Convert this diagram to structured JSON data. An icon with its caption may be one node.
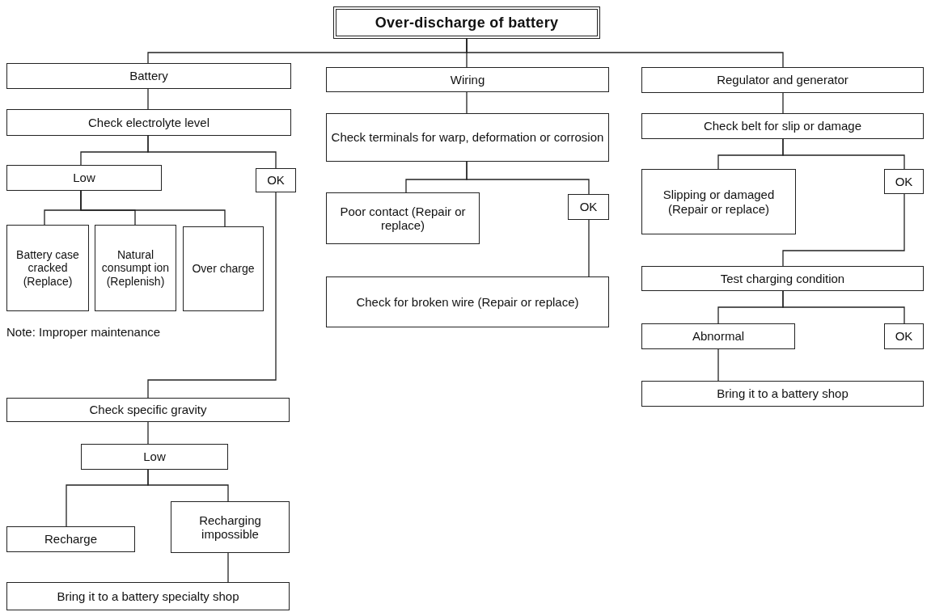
{
  "diagram": {
    "nodes": [
      {
        "text": [
          "Over-discharge of battery"
        ]
      },
      {
        "text": [
          "Battery"
        ]
      },
      {
        "text": [
          "Wiring"
        ]
      },
      {
        "text": [
          "Regulator and generator"
        ]
      },
      {
        "text": [
          "Check electrolyte level"
        ]
      },
      {
        "text": [
          "Check terminals for warp, deformation or corrosion"
        ]
      },
      {
        "text": [
          "Check belt for slip or damage"
        ]
      },
      {
        "text": [
          "Low"
        ]
      },
      {
        "text": [
          "OK"
        ]
      },
      {
        "text": [
          "Poor contact (Repair or replace)"
        ]
      },
      {
        "text": [
          "OK"
        ]
      },
      {
        "text": [
          "Slipping or damaged (Repair or replace)"
        ]
      },
      {
        "text": [
          "OK"
        ]
      },
      {
        "text": [
          "Battery case cracked (Replace)"
        ]
      },
      {
        "text": [
          "Natural consumpt ion (Replenish)"
        ]
      },
      {
        "text": [
          "Over charge"
        ]
      },
      {
        "text": [
          "Check for broken wire (Repair or replace)"
        ]
      },
      {
        "text": [
          "Test charging condition"
        ]
      },
      {
        "text": [
          "Abnormal"
        ]
      },
      {
        "text": [
          "OK"
        ]
      },
      {
        "text": [
          "Bring it to a battery shop"
        ]
      },
      {
        "text": [
          "Check specific gravity"
        ]
      },
      {
        "text": [
          "Low"
        ]
      },
      {
        "text": [
          "Recharge"
        ]
      },
      {
        "text": [
          "Recharging impossible"
        ]
      },
      {
        "text": [
          "Bring it to a battery specialty shop"
        ]
      }
    ],
    "edges": [
      {
        "from": 0,
        "to": 1,
        "arrow": "none"
      },
      {
        "from": 0,
        "to": 2,
        "arrow": "none"
      },
      {
        "from": 0,
        "to": 3,
        "arrow": "none"
      },
      {
        "from": 1,
        "to": 4,
        "arrow": "none"
      },
      {
        "from": 4,
        "to": 7,
        "arrow": "none"
      },
      {
        "from": 4,
        "to": 8,
        "arrow": "none"
      },
      {
        "from": 7,
        "to": 13,
        "arrow": "none"
      },
      {
        "from": 7,
        "to": 14,
        "arrow": "none"
      },
      {
        "from": 7,
        "to": 15,
        "arrow": "none"
      },
      {
        "from": 8,
        "to": 21,
        "arrow": "none"
      },
      {
        "from": 2,
        "to": 5,
        "arrow": "none"
      },
      {
        "from": 5,
        "to": 9,
        "arrow": "none"
      },
      {
        "from": 5,
        "to": 10,
        "arrow": "none"
      },
      {
        "from": 10,
        "to": 16,
        "arrow": "none"
      },
      {
        "from": 3,
        "to": 6,
        "arrow": "none"
      },
      {
        "from": 6,
        "to": 11,
        "arrow": "none"
      },
      {
        "from": 6,
        "to": 12,
        "arrow": "none"
      },
      {
        "from": 12,
        "to": 17,
        "arrow": "none"
      },
      {
        "from": 17,
        "to": 18,
        "arrow": "none"
      },
      {
        "from": 17,
        "to": 19,
        "arrow": "none"
      },
      {
        "from": 18,
        "to": 20,
        "arrow": "none"
      },
      {
        "from": 21,
        "to": 22,
        "arrow": "none"
      },
      {
        "from": 22,
        "to": 23,
        "arrow": "none"
      },
      {
        "from": 22,
        "to": 24,
        "arrow": "none"
      },
      {
        "from": 24,
        "to": 25,
        "arrow": "none"
      }
    ],
    "labels": [
      "Note: Improper maintenance"
    ]
  }
}
